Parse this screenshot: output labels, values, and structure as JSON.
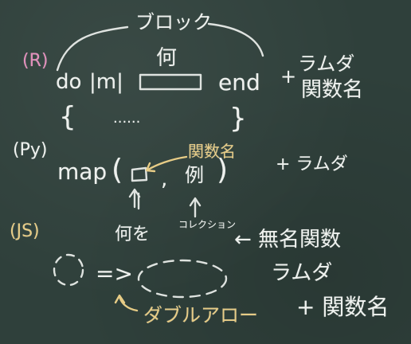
{
  "blackboard": {
    "block_label": "ブロック",
    "ruby": {
      "lang_tag": "(R)",
      "code_do": "do",
      "code_params": "|m|",
      "placeholder_top": "何",
      "code_end": "end",
      "brace_open": "{",
      "dots": "......",
      "brace_close": "}",
      "note_plus": "+",
      "note_line1": "ラムダ",
      "note_line2": "関数名"
    },
    "python": {
      "lang_tag": "(Py)",
      "code_map": "map",
      "paren_open": "(",
      "comma": ",",
      "collection_glyph": "例",
      "paren_close": ")",
      "annotation_function_name": "関数名",
      "annotation_collection": "コレクション",
      "note": "+ ラムダ"
    },
    "javascript": {
      "lang_tag": "(JS)",
      "what_label": "何を",
      "arrow_text": "=>",
      "note_line1": "← 無名関数",
      "note_line2": "ラムダ",
      "note_line3": "+ 関数名",
      "annotation_double_arrow": "ダブルアロー"
    },
    "colors": {
      "chalk_white": "#eef1ee",
      "chalk_pink": "#e38fbc",
      "chalk_yellow": "#e7cc86",
      "board": "#2f403b"
    }
  }
}
